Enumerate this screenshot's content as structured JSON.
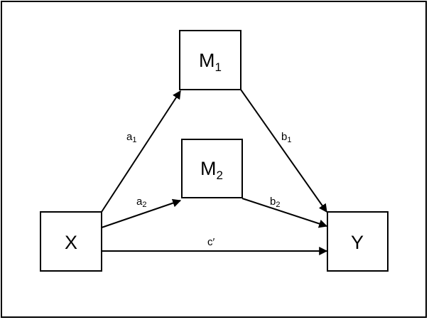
{
  "nodes": {
    "x": {
      "label": "X"
    },
    "m1": {
      "label": "M",
      "sub": "1"
    },
    "m2": {
      "label": "M",
      "sub": "2"
    },
    "y": {
      "label": "Y"
    }
  },
  "edges": {
    "a1": {
      "label": "a",
      "sub": "1"
    },
    "a2": {
      "label": "a",
      "sub": "2"
    },
    "b1": {
      "label": "b",
      "sub": "1"
    },
    "b2": {
      "label": "b",
      "sub": "2"
    },
    "c": {
      "label": "c′"
    }
  },
  "colors": {
    "stroke": "#000000",
    "background": "#ffffff"
  }
}
